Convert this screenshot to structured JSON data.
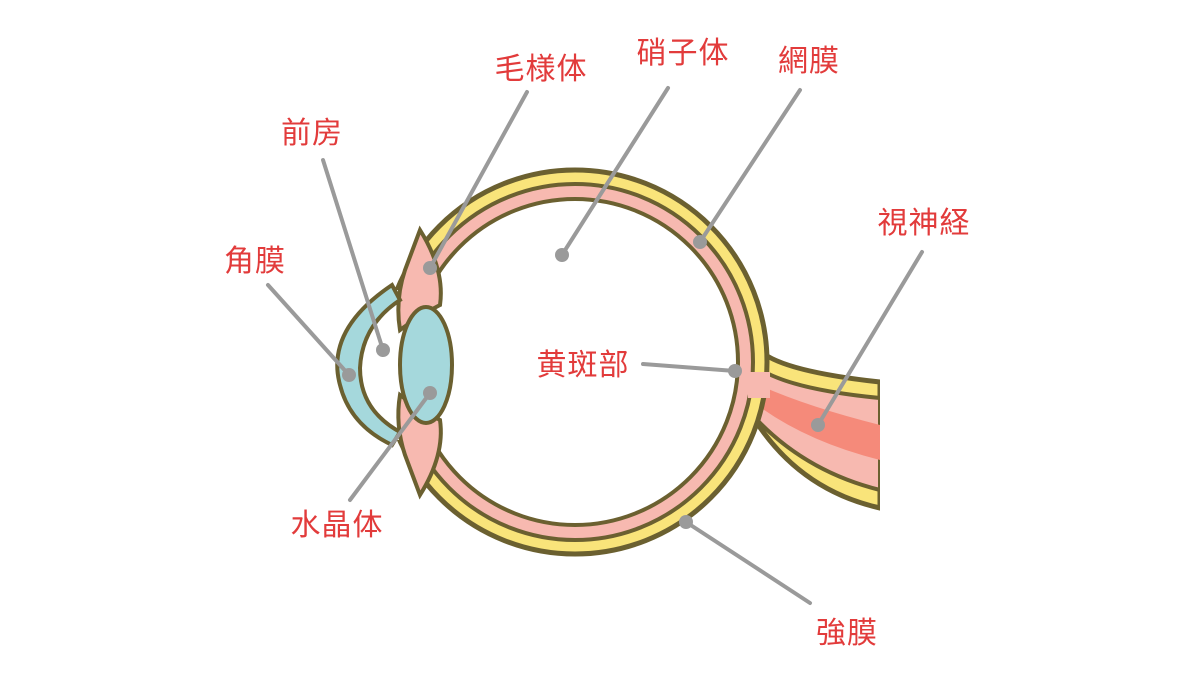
{
  "title": "眼球の構造",
  "colors": {
    "label": "#e23b3b",
    "sclera": "#f9e47a",
    "retina": "#f7b9b0",
    "nerve_core": "#f58a7a",
    "cornea": "#a5d8dc",
    "outline": "#6b6030",
    "leader": "#9a9a9a"
  },
  "labels": {
    "ciliary_body": "毛様体",
    "vitreous_body": "硝子体",
    "retina": "網膜",
    "anterior_chamber": "前房",
    "optic_nerve": "視神経",
    "cornea": "角膜",
    "macula": "黄斑部",
    "lens": "水晶体",
    "sclera": "強膜"
  }
}
